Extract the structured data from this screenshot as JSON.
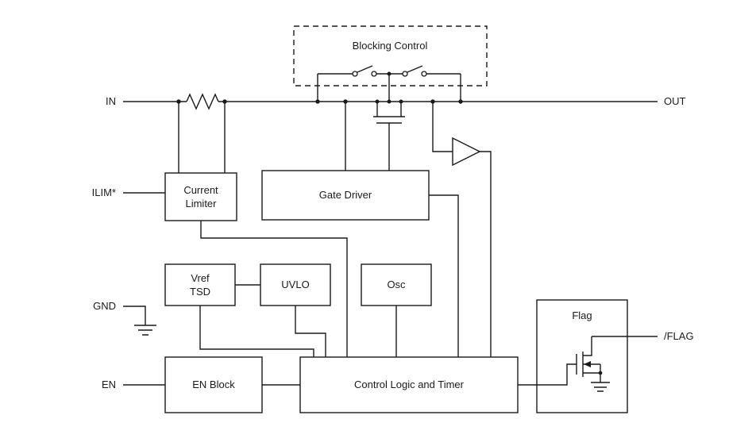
{
  "diagram": {
    "pins": {
      "in": "IN",
      "out": "OUT",
      "ilim": "ILIM*",
      "gnd": "GND",
      "en": "EN",
      "flag": "/FLAG"
    },
    "blocks": {
      "blocking_control": "Blocking Control",
      "current_limiter_line1": "Current",
      "current_limiter_line2": "Limiter",
      "gate_driver": "Gate Driver",
      "vref_line1": "Vref",
      "vref_line2": "TSD",
      "uvlo": "UVLO",
      "osc": "Osc",
      "en_block": "EN Block",
      "control_logic": "Control Logic and Timer",
      "flag_block": "Flag"
    },
    "colors": {
      "line": "#1a1a1a",
      "background": "#ffffff"
    }
  }
}
